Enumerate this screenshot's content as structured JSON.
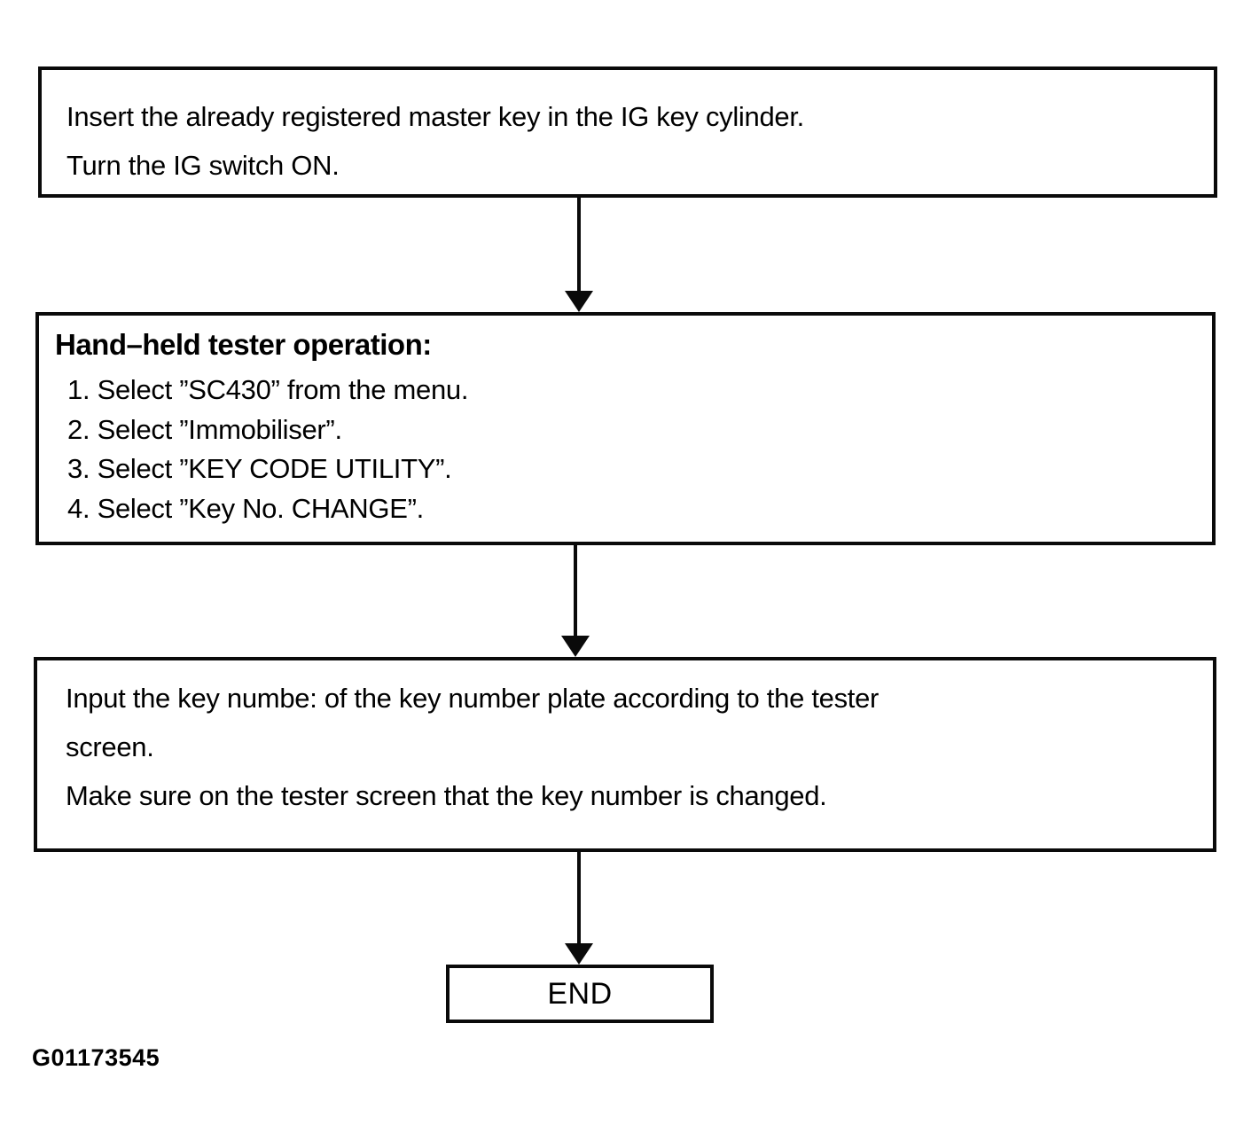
{
  "page": {
    "background": "#ffffff",
    "ink": "#0a0a0a"
  },
  "flowchart": {
    "step1": {
      "lines": [
        "Insert the already registered master key in the IG key cylinder.",
        "Turn the IG switch ON."
      ]
    },
    "step2": {
      "heading": "Hand–held tester operation:",
      "items": [
        "1. Select ”SC430” from the menu.",
        "2. Select ”Immobiliser”.",
        "3. Select ”KEY CODE UTILITY”.",
        "4. Select ”Key No. CHANGE”."
      ]
    },
    "step3": {
      "lines": [
        "Input the key numbe: of the key number plate according to the tester",
        "screen.",
        "Make sure on the tester screen that the key number is changed."
      ]
    },
    "end_label": "END",
    "figure_id": "G01173545"
  }
}
